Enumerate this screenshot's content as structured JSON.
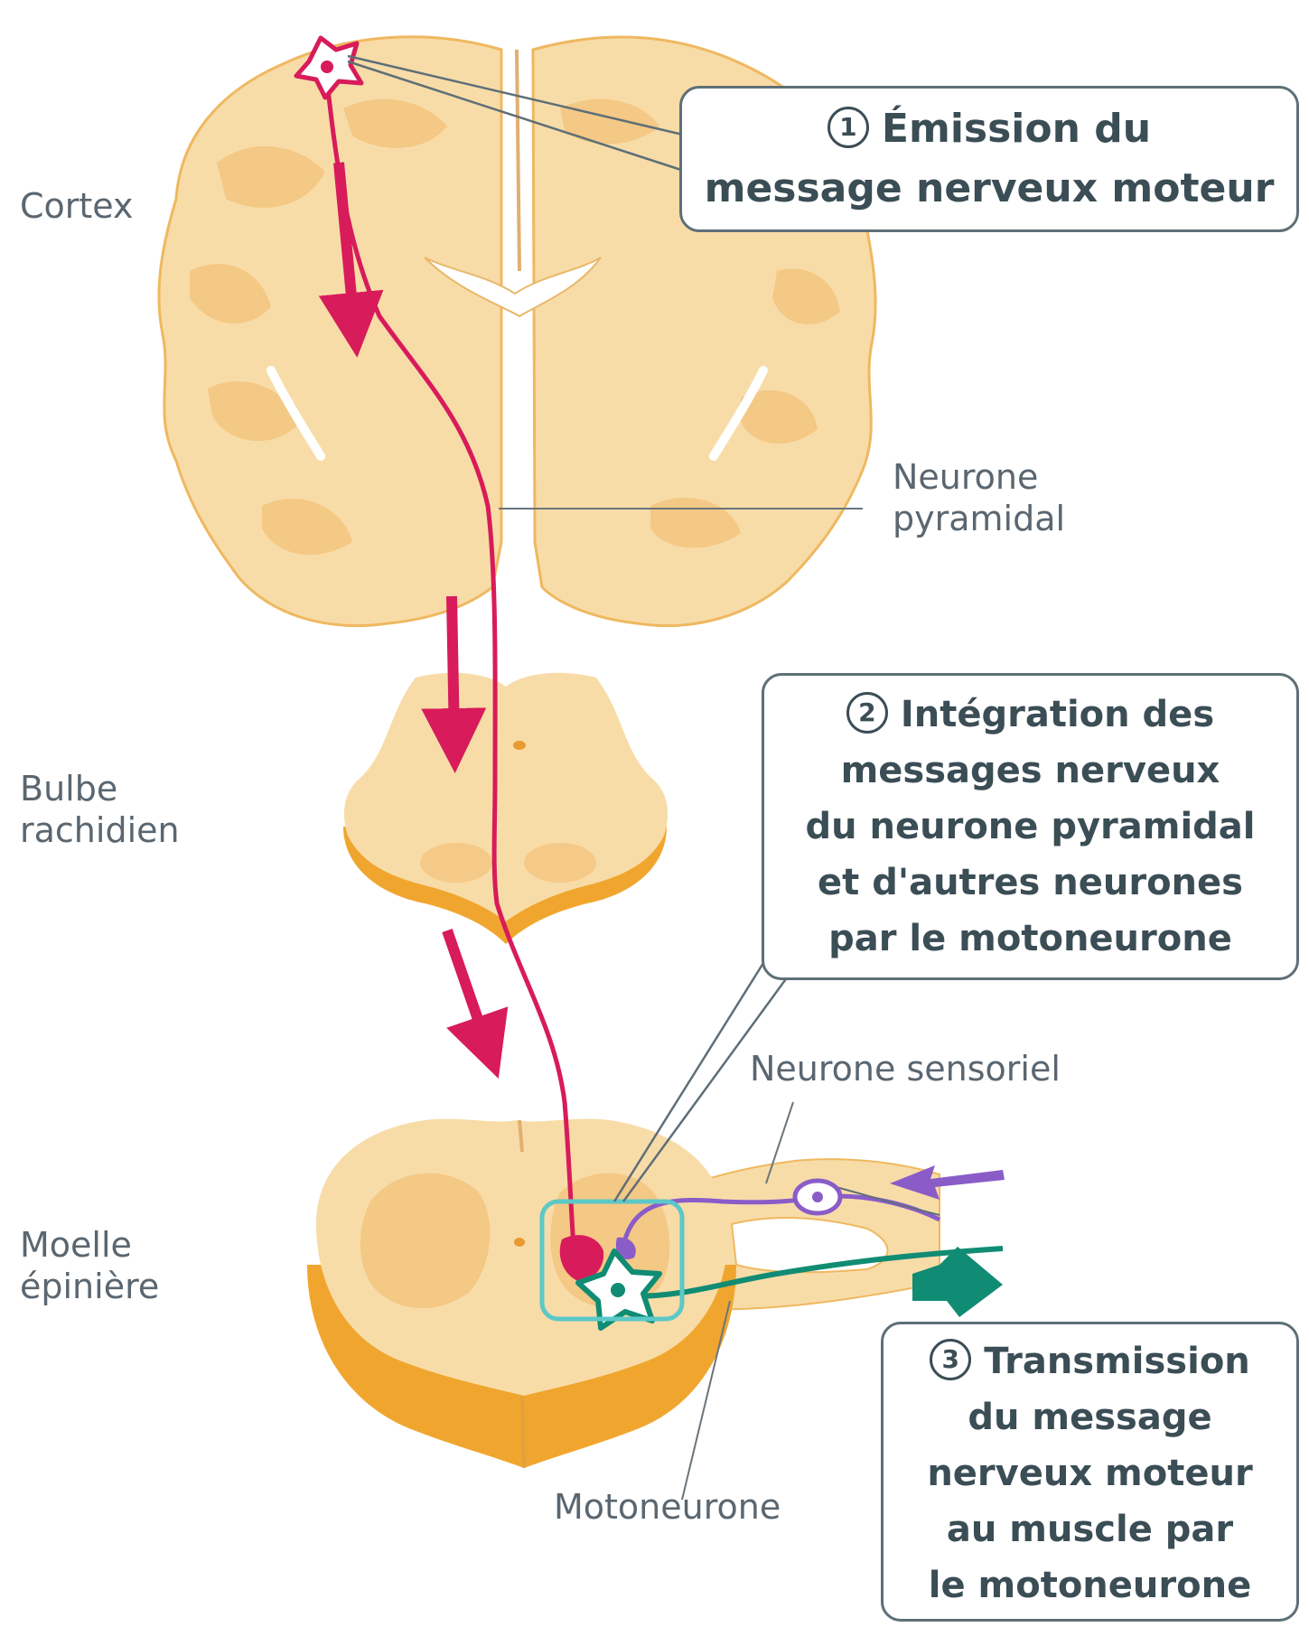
{
  "labels": {
    "cortex": "Cortex",
    "neurone_pyramidal": [
      "Neurone",
      "pyramidal"
    ],
    "bulbe": [
      "Bulbe",
      "rachidien"
    ],
    "moelle": [
      "Moelle",
      "épinière"
    ],
    "neurone_sensoriel": "Neurone sensoriel",
    "motoneurone": "Motoneurone"
  },
  "steps": [
    {
      "number": "1",
      "lines": [
        "Émission du",
        "message nerveux moteur"
      ]
    },
    {
      "number": "2",
      "lines": [
        "Intégration des",
        "messages nerveux",
        "du neurone pyramidal",
        "et d'autres neurones",
        "par le motoneurone"
      ]
    },
    {
      "number": "3",
      "lines": [
        "Transmission",
        "du message",
        "nerveux moteur",
        "au muscle par",
        "le motoneurone"
      ]
    }
  ],
  "colors": {
    "tissue": "#f8dca8",
    "grey_matter": "#f3c27a",
    "tissue_edge": "#f0a62e",
    "pyramidal_path": "#d81b5a",
    "sensory": "#8a5cc8",
    "motor": "#118c74",
    "integration_box": "#5cc8c8",
    "callout_border": "#5e6f77"
  }
}
